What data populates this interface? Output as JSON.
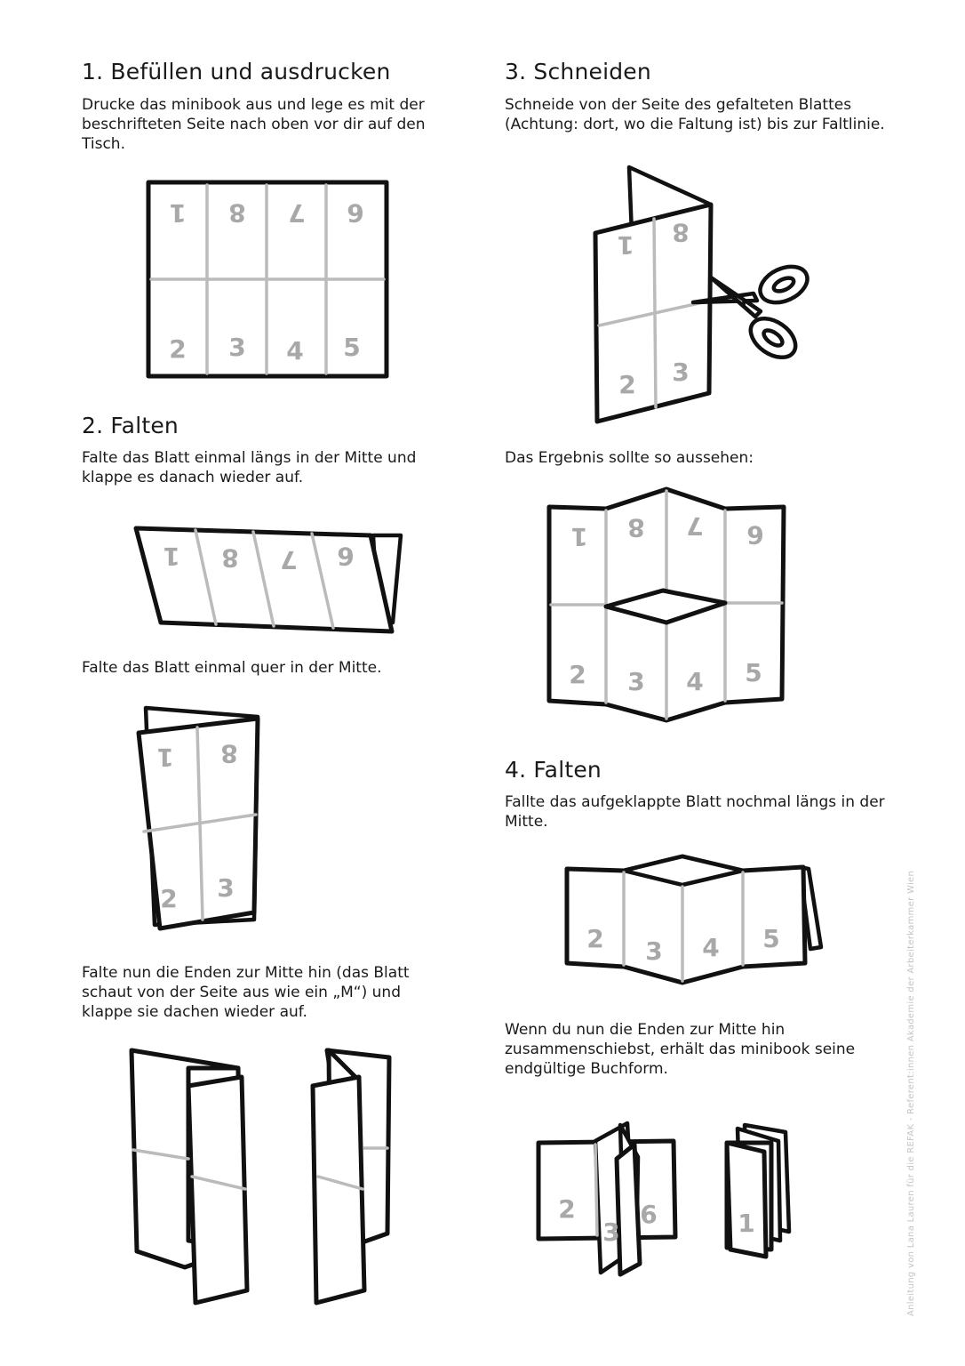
{
  "sections": {
    "s1": {
      "heading": "1. Befüllen und ausdrucken",
      "text": "Drucke das minibook aus und lege es mit der beschrifteten Seite nach oben vor dir auf den Tisch."
    },
    "s2": {
      "heading": "2. Falten",
      "text1": "Falte das Blatt einmal längs in der Mitte und klappe es danach wieder auf.",
      "text2": "Falte das Blatt einmal quer in der Mitte.",
      "text3": "Falte nun die Enden zur Mitte hin (das Blatt schaut von der Seite aus wie ein „M“) und klappe sie dachen wieder auf."
    },
    "s3": {
      "heading": "3. Schneiden",
      "text1": "Schneide von der Seite des gefalteten Blattes (Achtung: dort, wo die Faltung ist) bis zur Faltlinie.",
      "text2": "Das Ergebnis sollte so aussehen:"
    },
    "s4": {
      "heading": "4. Falten",
      "text1": "Fallte das aufgeklappte Blatt nochmal längs in der Mitte.",
      "text2": "Wenn du nun die Enden zur Mitte hin zusammenschiebst, erhält das minibook seine endgültige Buchform."
    }
  },
  "page_numbers": {
    "top_row": [
      "1",
      "8",
      "7",
      "6"
    ],
    "bottom_row": [
      "2",
      "3",
      "4",
      "5"
    ],
    "final_spread": [
      "2",
      "3",
      "6"
    ],
    "final_book": "1"
  },
  "credit": "Anleitung von Lana Lauren für die REFAK - Referent:innen Akademie der Arbeiterkammer Wien",
  "colors": {
    "outline": "#111111",
    "fold_line": "#bbbbbb",
    "page_number": "#a8a8a8",
    "credit": "#c4c4c4"
  }
}
